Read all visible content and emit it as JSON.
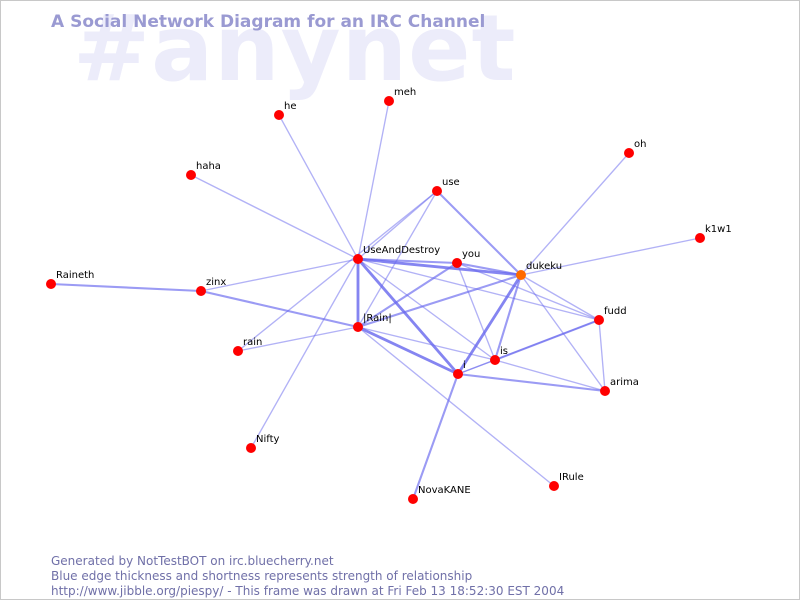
{
  "watermark": "#anynet",
  "title": "A Social Network Diagram for an IRC Channel",
  "colors": {
    "node": "#ff0000",
    "node_highlight": "#ff6a00",
    "edge": "#6666ee",
    "title": "#9a9ad2",
    "watermark": "#ececfa",
    "footer": "#7070a8"
  },
  "footer": {
    "line1": "Generated by NotTestBOT on irc.bluecherry.net",
    "line2": "Blue edge thickness and shortness represents strength of relationship",
    "line3": "http://www.jibble.org/piespy/ - This frame was drawn at Fri Feb 13 18:52:30 EST 2004"
  },
  "nodes": [
    {
      "id": "he",
      "label": "he"
    },
    {
      "id": "meh",
      "label": "meh"
    },
    {
      "id": "haha",
      "label": "haha"
    },
    {
      "id": "oh",
      "label": "oh"
    },
    {
      "id": "use",
      "label": "use"
    },
    {
      "id": "k1w1",
      "label": "k1w1"
    },
    {
      "id": "Raineth",
      "label": "Raineth"
    },
    {
      "id": "zinx",
      "label": "zinx"
    },
    {
      "id": "UseAndDestroy",
      "label": "UseAndDestroy"
    },
    {
      "id": "you",
      "label": "you"
    },
    {
      "id": "dukeku",
      "label": "dukeku",
      "highlight": true
    },
    {
      "id": "fudd",
      "label": "fudd"
    },
    {
      "id": "Rain",
      "label": "|Rain|"
    },
    {
      "id": "rain",
      "label": "rain"
    },
    {
      "id": "is",
      "label": "is"
    },
    {
      "id": "i",
      "label": "i"
    },
    {
      "id": "arima",
      "label": "arima"
    },
    {
      "id": "Nifty",
      "label": "Nifty"
    },
    {
      "id": "IRule",
      "label": "IRule"
    },
    {
      "id": "NovaKANE",
      "label": "NovaKANE"
    }
  ],
  "edges": [
    {
      "from": "he",
      "to": "UseAndDestroy",
      "strength": 1
    },
    {
      "from": "meh",
      "to": "UseAndDestroy",
      "strength": 1
    },
    {
      "from": "haha",
      "to": "UseAndDestroy",
      "strength": 1
    },
    {
      "from": "use",
      "to": "UseAndDestroy",
      "strength": 1
    },
    {
      "from": "use",
      "to": "dukeku",
      "strength": 2
    },
    {
      "from": "use",
      "to": "Rain",
      "strength": 1
    },
    {
      "from": "use",
      "to": "rain",
      "strength": 1
    },
    {
      "from": "oh",
      "to": "dukeku",
      "strength": 1
    },
    {
      "from": "k1w1",
      "to": "dukeku",
      "strength": 1
    },
    {
      "from": "Raineth",
      "to": "zinx",
      "strength": 2
    },
    {
      "from": "zinx",
      "to": "UseAndDestroy",
      "strength": 1
    },
    {
      "from": "zinx",
      "to": "Rain",
      "strength": 2
    },
    {
      "from": "UseAndDestroy",
      "to": "you",
      "strength": 2
    },
    {
      "from": "UseAndDestroy",
      "to": "dukeku",
      "strength": 3
    },
    {
      "from": "UseAndDestroy",
      "to": "Rain",
      "strength": 3
    },
    {
      "from": "UseAndDestroy",
      "to": "i",
      "strength": 3
    },
    {
      "from": "UseAndDestroy",
      "to": "is",
      "strength": 1
    },
    {
      "from": "UseAndDestroy",
      "to": "fudd",
      "strength": 1
    },
    {
      "from": "UseAndDestroy",
      "to": "Nifty",
      "strength": 1
    },
    {
      "from": "you",
      "to": "dukeku",
      "strength": 2
    },
    {
      "from": "you",
      "to": "Rain",
      "strength": 2
    },
    {
      "from": "you",
      "to": "is",
      "strength": 1
    },
    {
      "from": "you",
      "to": "fudd",
      "strength": 1
    },
    {
      "from": "dukeku",
      "to": "Rain",
      "strength": 2
    },
    {
      "from": "dukeku",
      "to": "i",
      "strength": 3
    },
    {
      "from": "dukeku",
      "to": "is",
      "strength": 2
    },
    {
      "from": "dukeku",
      "to": "fudd",
      "strength": 1
    },
    {
      "from": "dukeku",
      "to": "arima",
      "strength": 1
    },
    {
      "from": "Rain",
      "to": "rain",
      "strength": 1
    },
    {
      "from": "Rain",
      "to": "i",
      "strength": 3
    },
    {
      "from": "Rain",
      "to": "is",
      "strength": 1
    },
    {
      "from": "Rain",
      "to": "IRule",
      "strength": 1
    },
    {
      "from": "i",
      "to": "is",
      "strength": 1
    },
    {
      "from": "i",
      "to": "arima",
      "strength": 2
    },
    {
      "from": "i",
      "to": "NovaKANE",
      "strength": 2
    },
    {
      "from": "i",
      "to": "fudd",
      "strength": 1
    },
    {
      "from": "is",
      "to": "fudd",
      "strength": 2
    },
    {
      "from": "is",
      "to": "arima",
      "strength": 1
    },
    {
      "from": "fudd",
      "to": "arima",
      "strength": 1
    }
  ]
}
